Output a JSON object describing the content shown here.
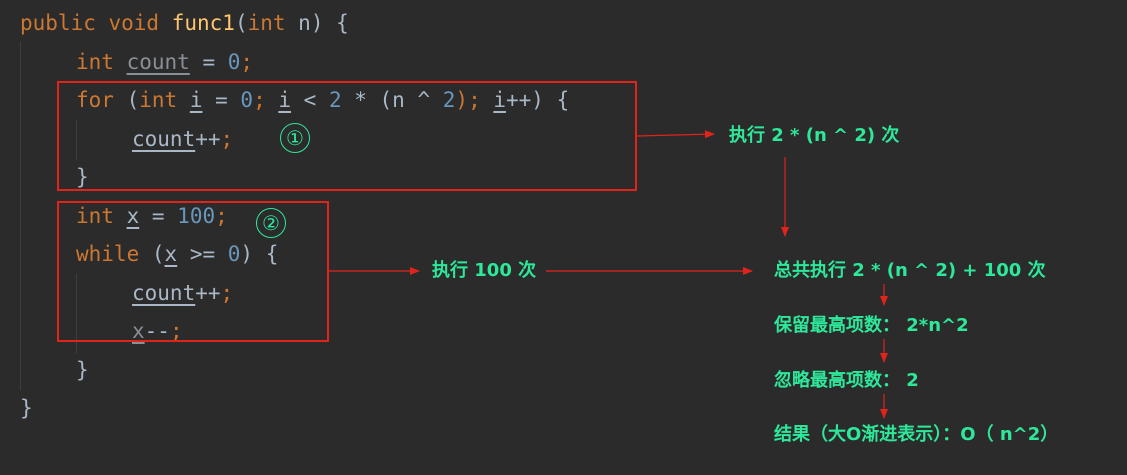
{
  "code": {
    "lines": [
      {
        "parts": [
          {
            "t": "public void ",
            "c": "kw"
          },
          {
            "t": "func1",
            "c": "fn"
          },
          {
            "t": "(",
            "c": ""
          },
          {
            "t": "int ",
            "c": "kw"
          },
          {
            "t": "n) {",
            "c": ""
          }
        ],
        "indent": 0
      },
      {
        "parts": [
          {
            "t": "int ",
            "c": "kw"
          },
          {
            "t": "count",
            "c": "var-dim"
          },
          {
            "t": " = ",
            "c": ""
          },
          {
            "t": "0",
            "c": "num"
          },
          {
            "t": ";",
            "c": "semi"
          }
        ],
        "indent": 1
      },
      {
        "parts": [
          {
            "t": "for ",
            "c": "kw"
          },
          {
            "t": "(",
            "c": ""
          },
          {
            "t": "int ",
            "c": "kw"
          },
          {
            "t": "i",
            "c": "var"
          },
          {
            "t": " = ",
            "c": ""
          },
          {
            "t": "0",
            "c": "num"
          },
          {
            "t": "; ",
            "c": "semi"
          },
          {
            "t": "i",
            "c": "var"
          },
          {
            "t": " < ",
            "c": ""
          },
          {
            "t": "2",
            "c": "num"
          },
          {
            "t": " * (n ^ ",
            "c": ""
          },
          {
            "t": "2",
            "c": "num"
          },
          {
            "t": "); ",
            "c": "semi"
          },
          {
            "t": "i",
            "c": "var"
          },
          {
            "t": "++) {",
            "c": ""
          }
        ],
        "indent": 1
      },
      {
        "parts": [
          {
            "t": "count",
            "c": "var"
          },
          {
            "t": "++",
            "c": ""
          },
          {
            "t": ";",
            "c": "semi"
          }
        ],
        "indent": 2
      },
      {
        "parts": [
          {
            "t": "}",
            "c": ""
          }
        ],
        "indent": 1
      },
      {
        "parts": [
          {
            "t": "int ",
            "c": "kw"
          },
          {
            "t": "x",
            "c": "var"
          },
          {
            "t": " = ",
            "c": ""
          },
          {
            "t": "100",
            "c": "num"
          },
          {
            "t": ";",
            "c": "semi"
          }
        ],
        "indent": 1
      },
      {
        "parts": [
          {
            "t": "while ",
            "c": "kw"
          },
          {
            "t": "(",
            "c": ""
          },
          {
            "t": "x",
            "c": "var"
          },
          {
            "t": " >= ",
            "c": ""
          },
          {
            "t": "0",
            "c": "num"
          },
          {
            "t": ") {",
            "c": ""
          }
        ],
        "indent": 1
      },
      {
        "parts": [
          {
            "t": "count",
            "c": "var"
          },
          {
            "t": "++",
            "c": ""
          },
          {
            "t": ";",
            "c": "semi"
          }
        ],
        "indent": 2
      },
      {
        "parts": [
          {
            "t": "x",
            "c": "var-dim"
          },
          {
            "t": "--",
            "c": ""
          },
          {
            "t": ";",
            "c": "semi"
          }
        ],
        "indent": 2
      },
      {
        "parts": [
          {
            "t": "}",
            "c": ""
          }
        ],
        "indent": 1
      },
      {
        "parts": [
          {
            "t": "}",
            "c": ""
          }
        ],
        "indent": 0
      }
    ]
  },
  "markers": {
    "one": "①",
    "two": "②"
  },
  "notes": {
    "exec_loop1": "执行 2 * (n ^ 2) 次",
    "exec_loop2": "执行 100 次",
    "total": "总共执行 2 * (n ^ 2) + 100 次",
    "keep_highest": "保留最高项数： 2*n^2",
    "drop_coef": "忽略最高项数： 2",
    "result": "结果（大O渐进表示）：O（ n^2）"
  },
  "colors": {
    "accent": "#2ee89a",
    "box": "#e0231b",
    "background": "#2b2b2b"
  }
}
